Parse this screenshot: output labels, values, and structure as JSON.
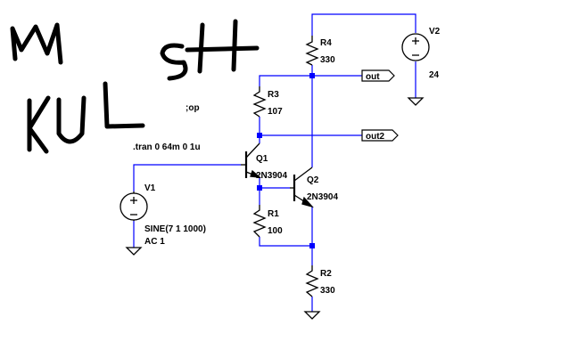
{
  "colors": {
    "wire": "#0000ff",
    "component": "#000000",
    "junction": "#0000ff",
    "background": "#ffffff",
    "handwriting": "#000000"
  },
  "components": {
    "R4": {
      "name": "R4",
      "value": "330"
    },
    "R3": {
      "name": "R3",
      "value": "107"
    },
    "R1": {
      "name": "R1",
      "value": "100"
    },
    "R2": {
      "name": "R2",
      "value": "330"
    },
    "Q1": {
      "name": "Q1",
      "model": "2N3904"
    },
    "Q2": {
      "name": "Q2",
      "model": "2N3904"
    },
    "V1": {
      "name": "V1",
      "source": "SINE(7 1 1000)",
      "ac": "AC 1"
    },
    "V2": {
      "name": "V2",
      "value": "24"
    }
  },
  "ports": {
    "out": "out",
    "out2": "out2"
  },
  "directives": {
    "op": ";op",
    "tran": ".tran 0 64m 0 1u"
  },
  "icons": {
    "ground": "ground-icon",
    "voltage_source": "voltage-source-icon",
    "resistor": "resistor-icon",
    "npn_transistor": "npn-transistor-icon",
    "port": "net-label-port-icon"
  },
  "handwriting": [
    "M",
    "KU",
    "L",
    "SH"
  ]
}
